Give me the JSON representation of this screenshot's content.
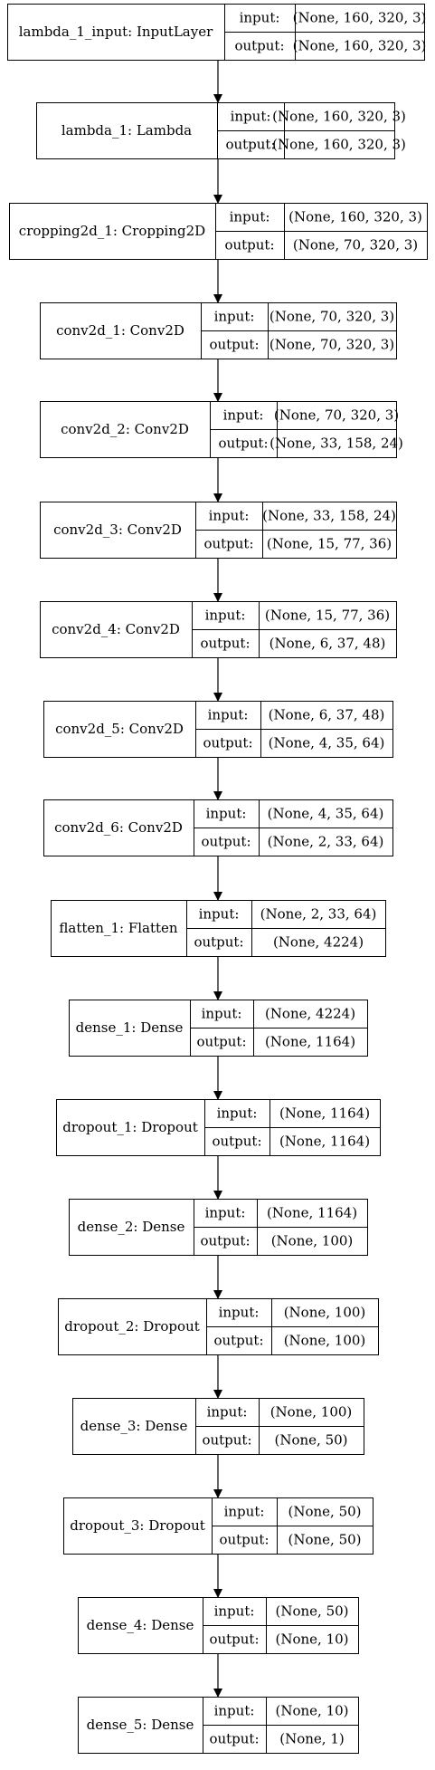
{
  "labels": {
    "input": "input:",
    "output": "output:"
  },
  "layers": [
    {
      "name": "lambda_1_input: InputLayer",
      "input": "(None, 160, 320, 3)",
      "output": "(None, 160, 320, 3)"
    },
    {
      "name": "lambda_1: Lambda",
      "input": "(None, 160, 320, 3)",
      "output": "(None, 160, 320, 3)"
    },
    {
      "name": "cropping2d_1: Cropping2D",
      "input": "(None, 160, 320, 3)",
      "output": "(None, 70, 320, 3)"
    },
    {
      "name": "conv2d_1: Conv2D",
      "input": "(None, 70, 320, 3)",
      "output": "(None, 70, 320, 3)"
    },
    {
      "name": "conv2d_2: Conv2D",
      "input": "(None, 70, 320, 3)",
      "output": "(None, 33, 158, 24)"
    },
    {
      "name": "conv2d_3: Conv2D",
      "input": "(None, 33, 158, 24)",
      "output": "(None, 15, 77, 36)"
    },
    {
      "name": "conv2d_4: Conv2D",
      "input": "(None, 15, 77, 36)",
      "output": "(None, 6, 37, 48)"
    },
    {
      "name": "conv2d_5: Conv2D",
      "input": "(None, 6, 37, 48)",
      "output": "(None, 4, 35, 64)"
    },
    {
      "name": "conv2d_6: Conv2D",
      "input": "(None, 4, 35, 64)",
      "output": "(None, 2, 33, 64)"
    },
    {
      "name": "flatten_1: Flatten",
      "input": "(None, 2, 33, 64)",
      "output": "(None, 4224)"
    },
    {
      "name": "dense_1: Dense",
      "input": "(None, 4224)",
      "output": "(None, 1164)"
    },
    {
      "name": "dropout_1: Dropout",
      "input": "(None, 1164)",
      "output": "(None, 1164)"
    },
    {
      "name": "dense_2: Dense",
      "input": "(None, 1164)",
      "output": "(None, 100)"
    },
    {
      "name": "dropout_2: Dropout",
      "input": "(None, 100)",
      "output": "(None, 100)"
    },
    {
      "name": "dense_3: Dense",
      "input": "(None, 100)",
      "output": "(None, 50)"
    },
    {
      "name": "dropout_3: Dropout",
      "input": "(None, 50)",
      "output": "(None, 50)"
    },
    {
      "name": "dense_4: Dense",
      "input": "(None, 50)",
      "output": "(None, 10)"
    },
    {
      "name": "dense_5: Dense",
      "input": "(None, 10)",
      "output": "(None, 1)"
    }
  ]
}
